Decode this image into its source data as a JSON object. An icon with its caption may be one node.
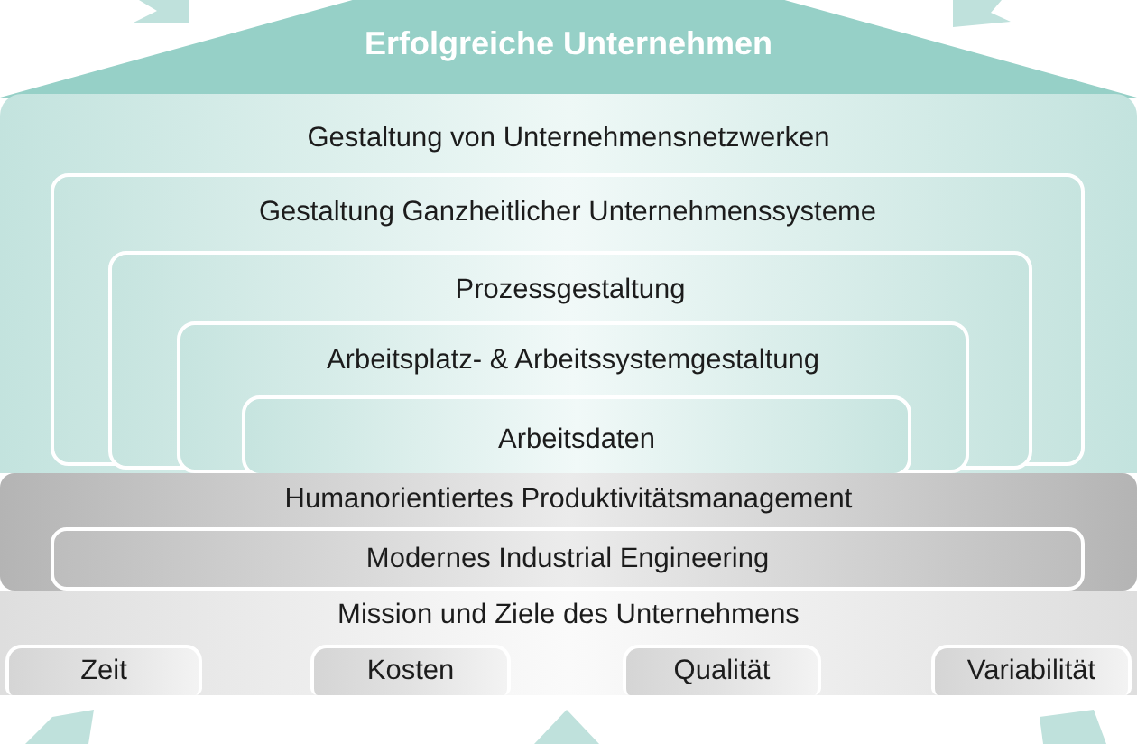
{
  "diagram": {
    "nodes": [
      {
        "text": [
          "Erfolgreiche Unternehmen"
        ]
      },
      {
        "text": [
          "Gestaltung von Unternehmensnetzwerken"
        ]
      },
      {
        "text": [
          "Gestaltung Ganzheitlicher Unternehmenssysteme"
        ],
        "in": 1
      },
      {
        "text": [
          "Prozessgestaltung"
        ],
        "in": 2
      },
      {
        "text": [
          "Arbeitsplatz- & Arbeitssystemgestaltung"
        ],
        "in": 3
      },
      {
        "text": [
          "Arbeitsdaten"
        ],
        "in": 4
      },
      {
        "text": [
          "Humanorientiertes Produktivitätsmanagement"
        ]
      },
      {
        "text": [
          "Modernes Industrial Engineering"
        ],
        "in": 6
      },
      {
        "text": [
          "Mission und Ziele des Unternehmens"
        ]
      },
      {
        "text": [
          "Zeit"
        ],
        "in": 8
      },
      {
        "text": [
          "Kosten"
        ],
        "in": 8
      },
      {
        "text": [
          "Qualität"
        ],
        "in": 8
      },
      {
        "text": [
          "Variabilität"
        ],
        "in": 8
      }
    ]
  }
}
